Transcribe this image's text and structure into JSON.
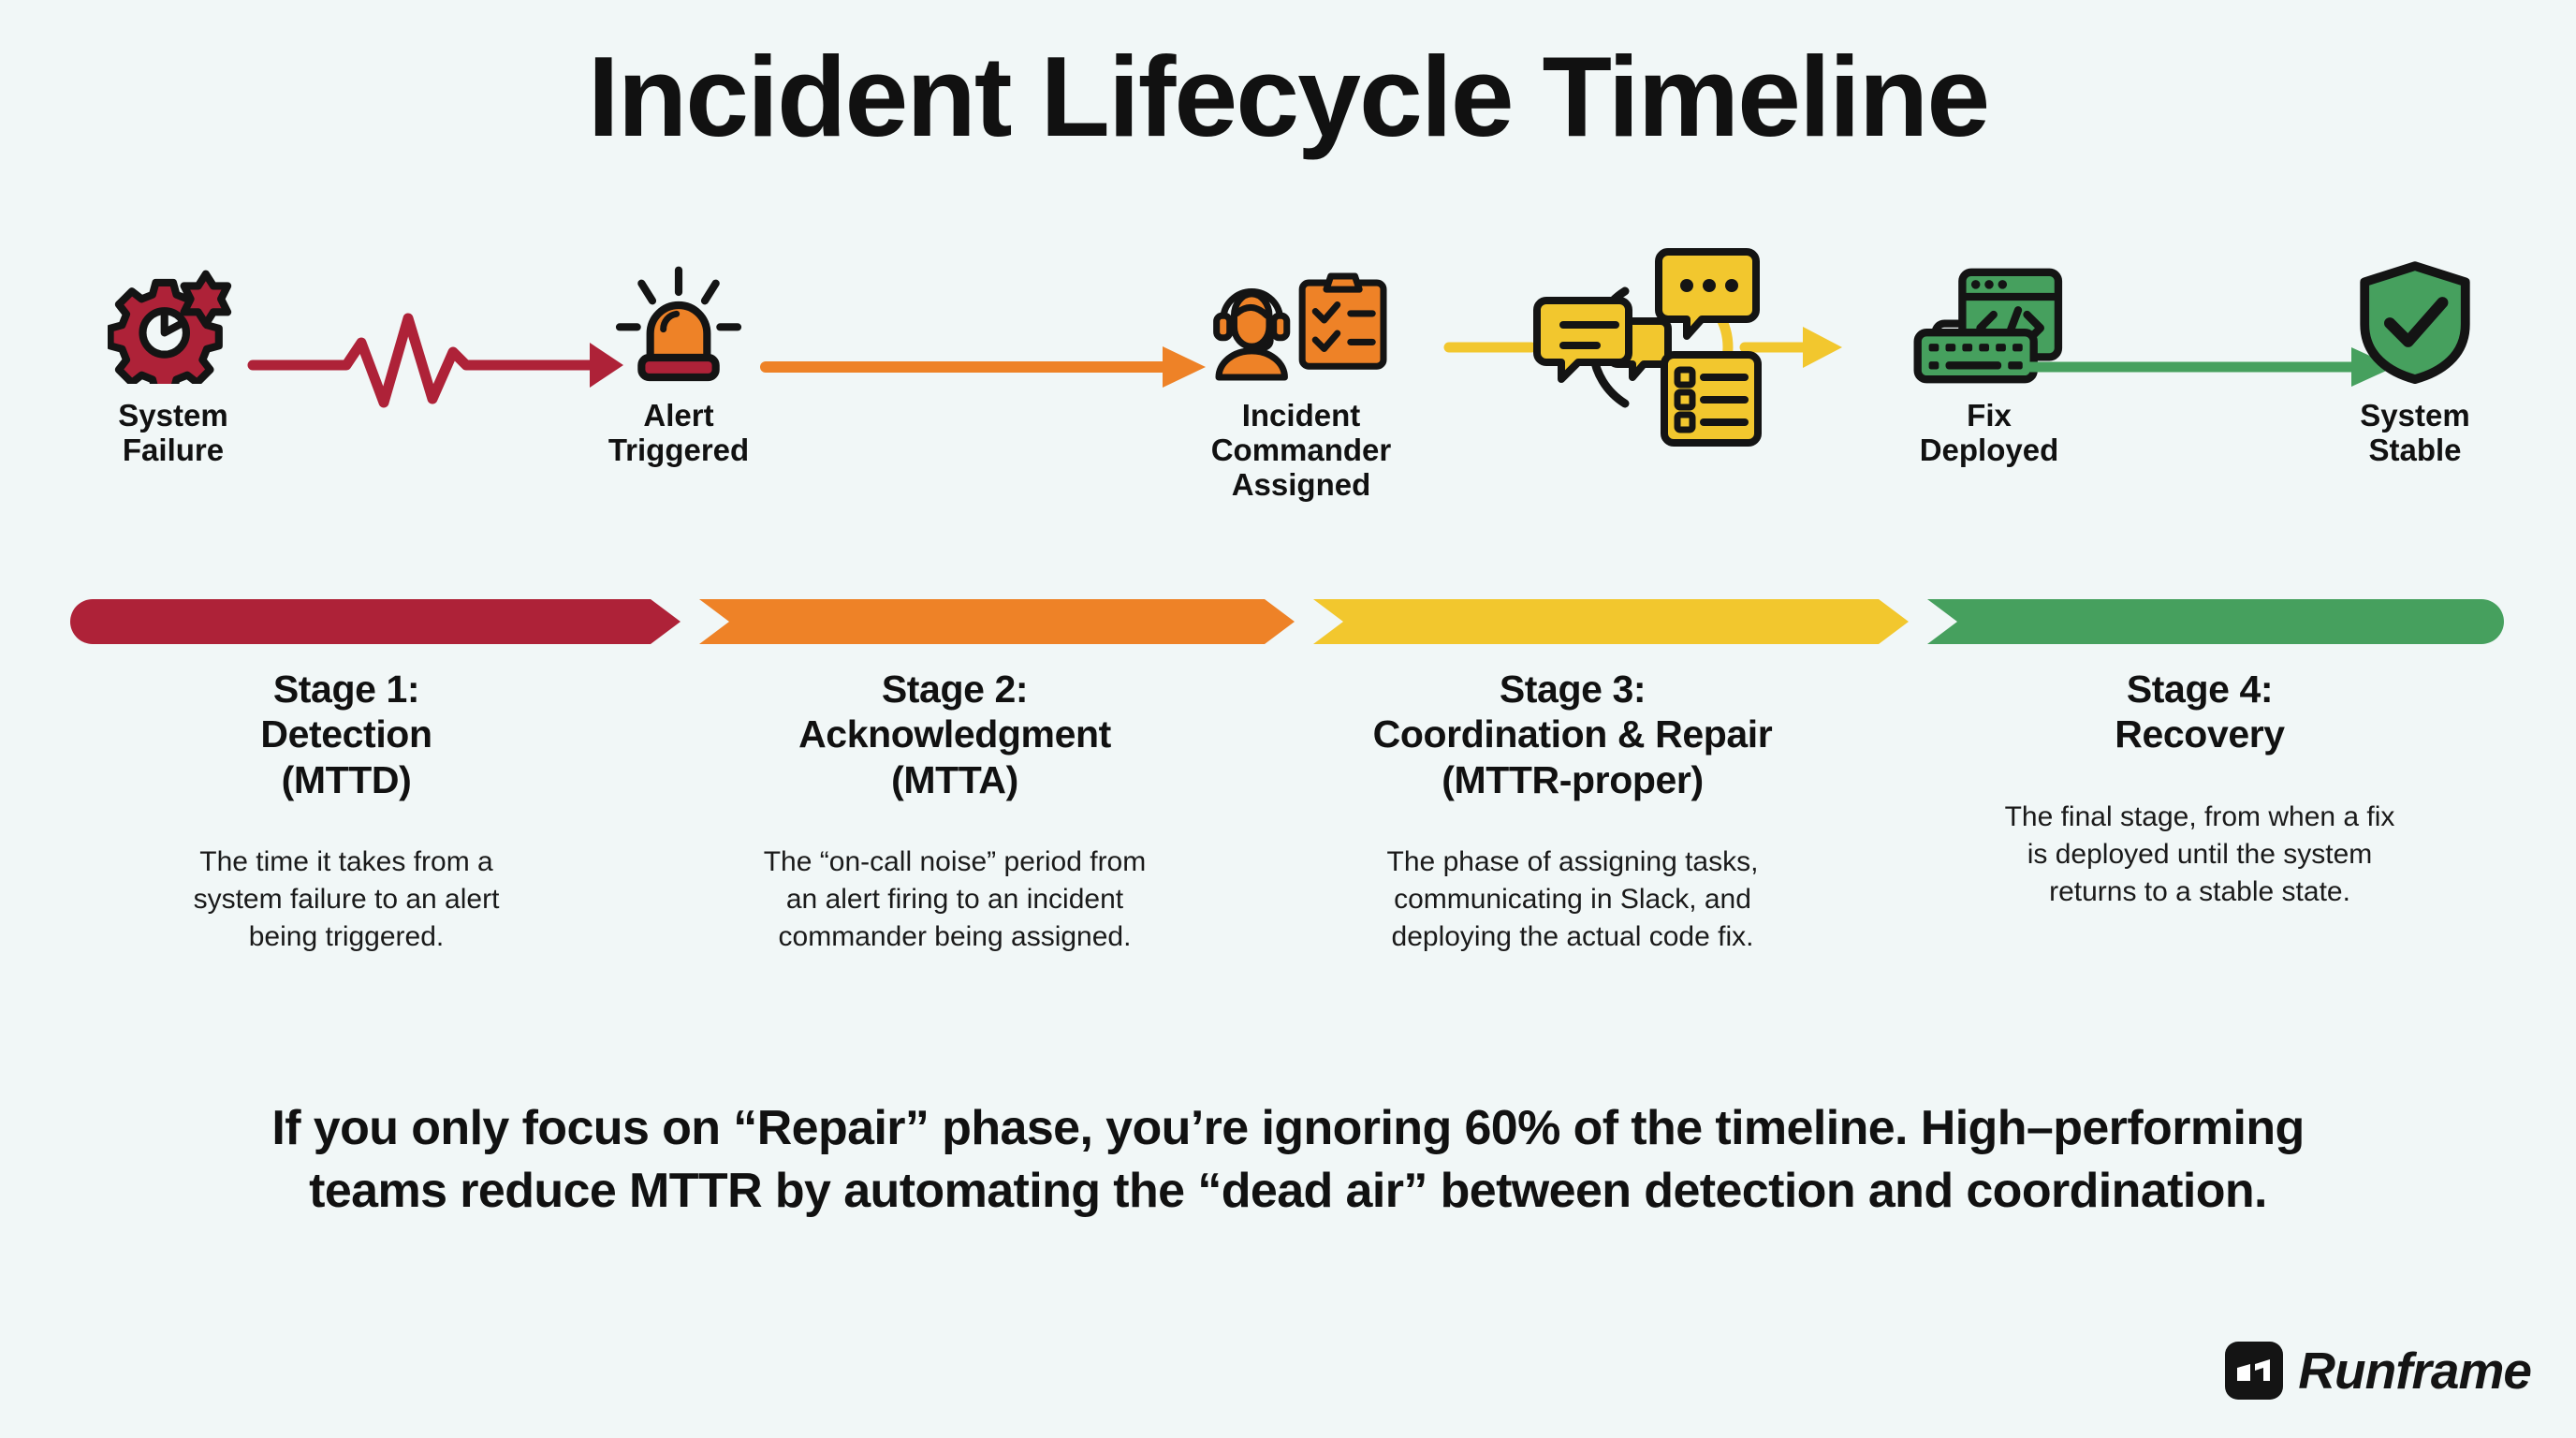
{
  "page": {
    "title": "Incident Lifecycle Timeline",
    "background_color": "#f1f7f7",
    "text_color": "#111111"
  },
  "palette": {
    "crimson": "#ae2238",
    "orange": "#ee8227",
    "yellow": "#f2c72e",
    "green": "#46a05e",
    "ink": "#141414"
  },
  "nodes": [
    {
      "id": "system-failure",
      "label": "System\nFailure",
      "icon": "broken-gear-icon",
      "color": "#ae2238"
    },
    {
      "id": "alert-triggered",
      "label": "Alert\nTriggered",
      "icon": "siren-icon",
      "color": "#ee8227"
    },
    {
      "id": "incident-commander-assigned",
      "label": "Incident\nCommander\nAssigned",
      "icon": "headset-operator-clipboard-icon",
      "color": "#ee8227"
    },
    {
      "id": "fix-deployed",
      "label": "Fix\nDeployed",
      "icon": "code-window-keyboard-icon",
      "color": "#46a05e"
    },
    {
      "id": "system-stable",
      "label": "System\nStable",
      "icon": "shield-check-icon",
      "color": "#46a05e"
    }
  ],
  "connectors": [
    {
      "id": "pulse-arrow",
      "type": "ecg-pulse-arrow",
      "color": "#ae2238"
    },
    {
      "id": "orange-arrow",
      "type": "straight-arrow",
      "color": "#ee8227"
    },
    {
      "id": "coordination-loop",
      "type": "chat-checklist-loop-arrow",
      "color": "#f2c72e"
    },
    {
      "id": "green-arrow",
      "type": "straight-arrow",
      "color": "#46a05e"
    }
  ],
  "timeline": {
    "segments": [
      {
        "id": "seg-1",
        "color": "#ae2238"
      },
      {
        "id": "seg-2",
        "color": "#ee8227"
      },
      {
        "id": "seg-3",
        "color": "#f2c72e"
      },
      {
        "id": "seg-4",
        "color": "#46a05e"
      }
    ]
  },
  "stages": [
    {
      "id": "stage-1",
      "title": "Stage 1:\nDetection\n(MTTD)",
      "description": "The time it takes from a\nsystem failure to an alert\nbeing triggered."
    },
    {
      "id": "stage-2",
      "title": "Stage 2:\nAcknowledgment\n(MTTA)",
      "description": "The “on-call noise” period from\nan alert firing to an incident\ncommander being assigned."
    },
    {
      "id": "stage-3",
      "title": "Stage 3:\nCoordination & Repair\n(MTTR-proper)",
      "description": "The phase of assigning tasks,\ncommunicating in Slack, and\ndeploying the actual code fix."
    },
    {
      "id": "stage-4",
      "title": "Stage 4:\nRecovery",
      "description": "The final stage, from when a fix\nis deployed until the system\nreturns to a stable state."
    }
  ],
  "callout": "If you only focus on “Repair” phase, you’re ignoring 60% of the timeline. High–performing\nteams reduce MTTR by automating the “dead air” between detection and coordination.",
  "logo": {
    "name": "Runframe",
    "mark": "runframe-logo-mark"
  }
}
